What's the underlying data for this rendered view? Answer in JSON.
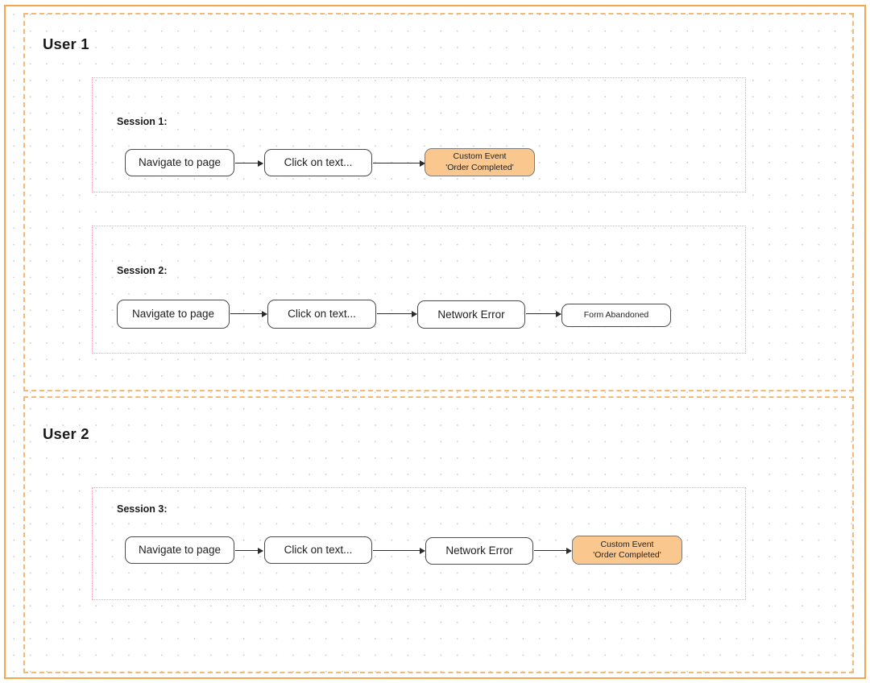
{
  "colors": {
    "frame_border": "#f3a64c",
    "lane_border": "#f5b876",
    "session_border": "#f5a3b5",
    "node_border": "#4a4a4a",
    "accent_fill": "#fac88f",
    "arrow": "#2b2b2b",
    "text": "#1f1f1f",
    "grid_dot": "#c9c9c9"
  },
  "users": [
    {
      "title": "User 1",
      "sessions": [
        {
          "title": "Session 1:",
          "steps": [
            {
              "label": "Navigate to page",
              "accent": false
            },
            {
              "label": "Click on text...",
              "accent": false
            },
            {
              "label": "Custom Event",
              "label2": "'Order Completed'",
              "accent": true
            }
          ]
        },
        {
          "title": "Session 2:",
          "steps": [
            {
              "label": "Navigate to page",
              "accent": false
            },
            {
              "label": "Click on text...",
              "accent": false
            },
            {
              "label": "Network Error",
              "accent": false
            },
            {
              "label": "Form Abandoned",
              "accent": false
            }
          ]
        }
      ]
    },
    {
      "title": "User 2",
      "sessions": [
        {
          "title": "Session 3:",
          "steps": [
            {
              "label": "Navigate to page",
              "accent": false
            },
            {
              "label": "Click on text...",
              "accent": false
            },
            {
              "label": "Network Error",
              "accent": false
            },
            {
              "label": "Custom Event",
              "label2": "'Order Completed'",
              "accent": true
            }
          ]
        }
      ]
    }
  ]
}
